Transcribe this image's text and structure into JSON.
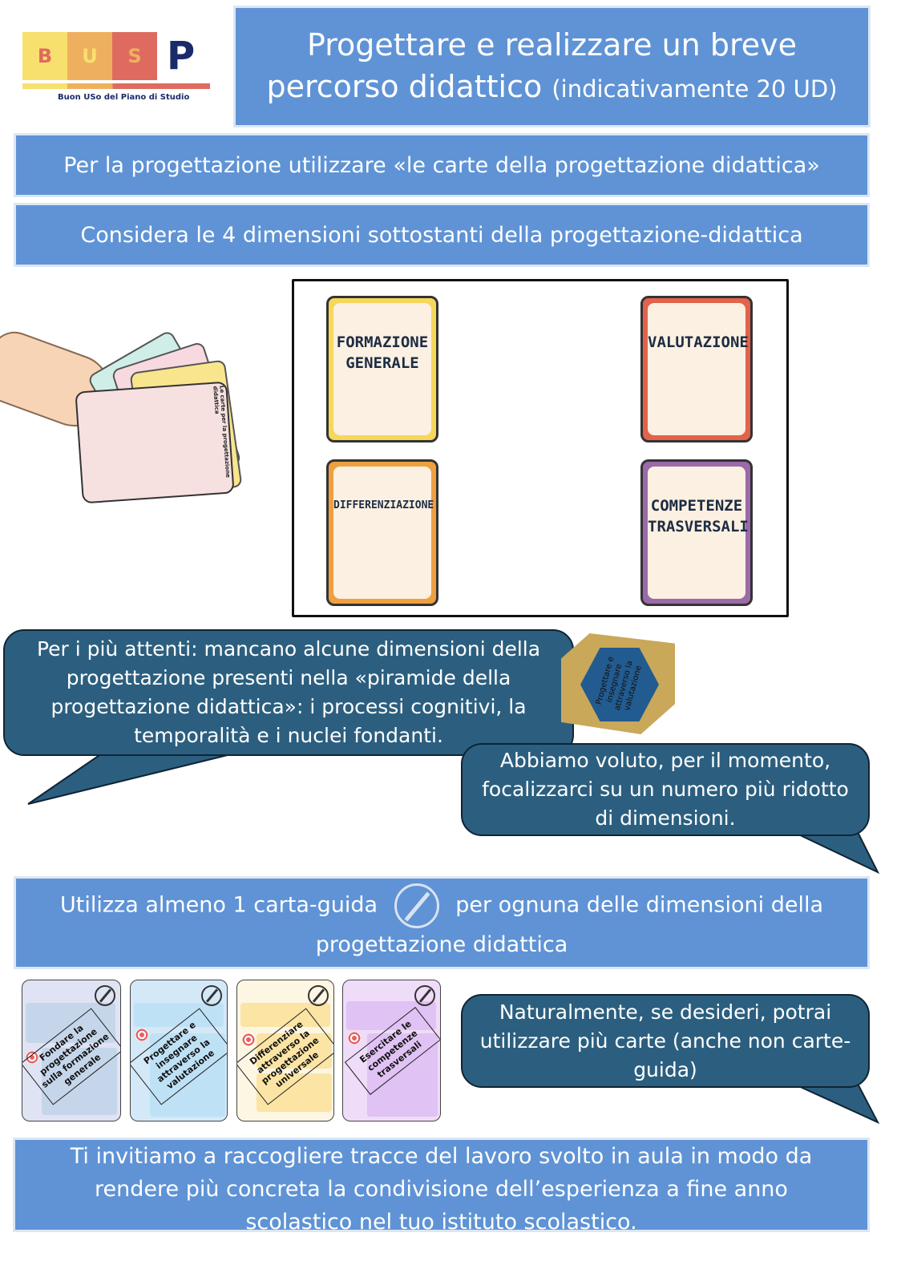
{
  "logo": {
    "letters": [
      "B",
      "U",
      "S",
      "P"
    ],
    "tagline": "Buon USo del Piano di Studio"
  },
  "header": {
    "title_line1": "Progettare e realizzare un breve",
    "title_line2": "percorso didattico",
    "title_note": "(indicativamente 20 UD)"
  },
  "box_cards": "Per la progettazione utilizzare «le carte della progettazione didattica»",
  "box_dimensions": "Considera le 4 dimensioni sottostanti della progettazione-didattica",
  "deck_label": "Le carte per la progettazione didattica",
  "dimension_cards": [
    {
      "label": "FORMAZIONE GENERALE",
      "color": "#f5d75a"
    },
    {
      "label": "VALUTAZIONE",
      "color": "#e2624b"
    },
    {
      "label": "DIFFERENZIAZIONE",
      "color": "#eea040"
    },
    {
      "label": "COMPETENZE TRASVERSALI",
      "color": "#9b6aa8"
    }
  ],
  "bubble_attenti": "Per i più attenti: mancano alcune dimensioni della progettazione presenti nella «piramide della progettazione didattica»: i processi cognitivi, la temporalità e i nuclei fondanti.",
  "hexagon_text": "Progettare e insegnare attraverso la valutazione",
  "bubble_focus": "Abbiamo voluto, per il momento, focalizzarci su un numero più ridotto di dimensioni.",
  "box_guide": {
    "before": "Utilizza almeno 1 carta-guida",
    "after": "per ognuna delle dimensioni della",
    "line2": "progettazione didattica"
  },
  "guide_cards": [
    {
      "label": "Fondare la progettazione sulla formazione generale",
      "bg": "#dfe3f3",
      "panel": "#c6d6ea"
    },
    {
      "label": "Progettare e insegnare attraverso la valutazione",
      "bg": "#d4e9f8",
      "panel": "#bfe1f6"
    },
    {
      "label": "Differenziare attraverso la progettazione universale",
      "bg": "#fdf6e3",
      "panel": "#fbe4a4"
    },
    {
      "label": "Esercitare le competenze trasversali",
      "bg": "#efdcf8",
      "panel": "#e0c2f5"
    }
  ],
  "bubble_more": "Naturalmente, se desideri, potrai utilizzare più carte (anche non carte-guida)",
  "box_final": "Ti invitiamo a raccogliere tracce del lavoro svolto in aula in modo da rendere più concreta la condivisione dell’esperienza a fine anno scolastico nel tuo istituto scolastico."
}
